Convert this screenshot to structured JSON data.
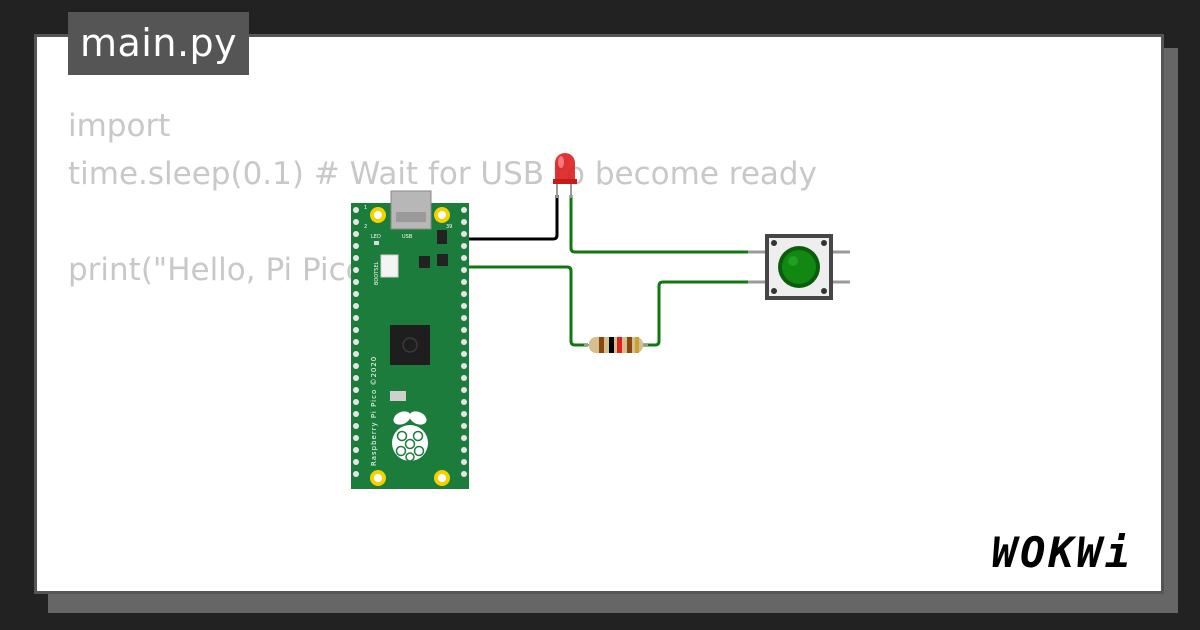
{
  "editor": {
    "file_tab": "main.py",
    "code_lines": [
      "import",
      "time.sleep(0.1) # Wait for USB to become ready",
      "",
      "print(\"Hello, Pi Pico"
    ]
  },
  "board": {
    "name": "Raspberry Pi Pico ©2020",
    "usb_label": "USB",
    "led_label": "LED",
    "bootsel_label": "BOOTSEL",
    "pin_1": "1",
    "pin_2": "2",
    "pin_39": "39"
  },
  "components": {
    "led_color": "#dd2222",
    "button_color": "#118811",
    "wire_color": "#117711",
    "ground_wire_color": "#000000"
  },
  "brand": {
    "logo": "WOKWi"
  },
  "colors": {
    "background": "#222222",
    "card": "#ffffff",
    "border": "#555555",
    "code_text": "#c8c8c8",
    "board_green": "#1c7c3c"
  }
}
